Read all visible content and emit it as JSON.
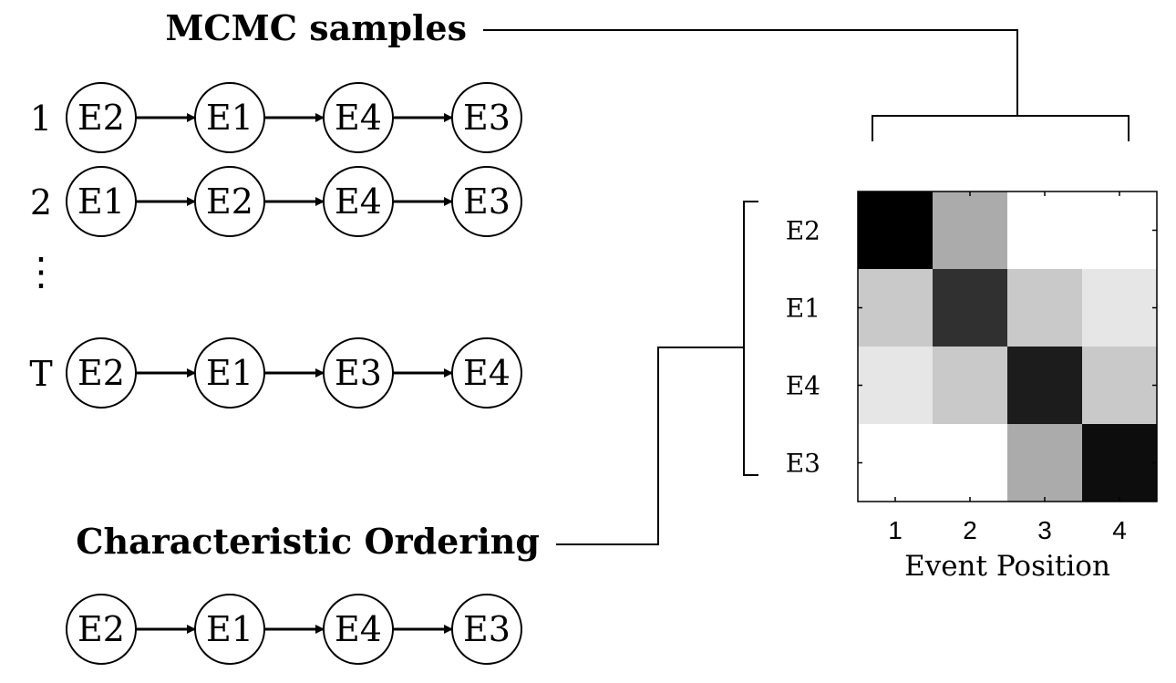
{
  "labels": {
    "mcmc_title": "MCMC samples",
    "characteristic_title": "Characteristic Ordering",
    "ellipsis": "⋮"
  },
  "samples": [
    {
      "index": "1",
      "events": [
        "E2",
        "E1",
        "E4",
        "E3"
      ]
    },
    {
      "index": "2",
      "events": [
        "E1",
        "E2",
        "E4",
        "E3"
      ]
    },
    {
      "index": "T",
      "events": [
        "E2",
        "E1",
        "E3",
        "E4"
      ]
    }
  ],
  "characteristic_ordering": [
    "E2",
    "E1",
    "E4",
    "E3"
  ],
  "chart_data": {
    "type": "heatmap",
    "row_labels": [
      "E2",
      "E1",
      "E4",
      "E3"
    ],
    "col_labels": [
      "1",
      "2",
      "3",
      "4"
    ],
    "xlabel": "Event Position",
    "ylabel": "",
    "colormap": "grayscale (white = 0, black = 1)",
    "values": [
      [
        1.0,
        0.33,
        0.0,
        0.0
      ],
      [
        0.21,
        0.81,
        0.21,
        0.1
      ],
      [
        0.1,
        0.21,
        0.89,
        0.21
      ],
      [
        0.0,
        0.0,
        0.33,
        0.95
      ]
    ]
  }
}
